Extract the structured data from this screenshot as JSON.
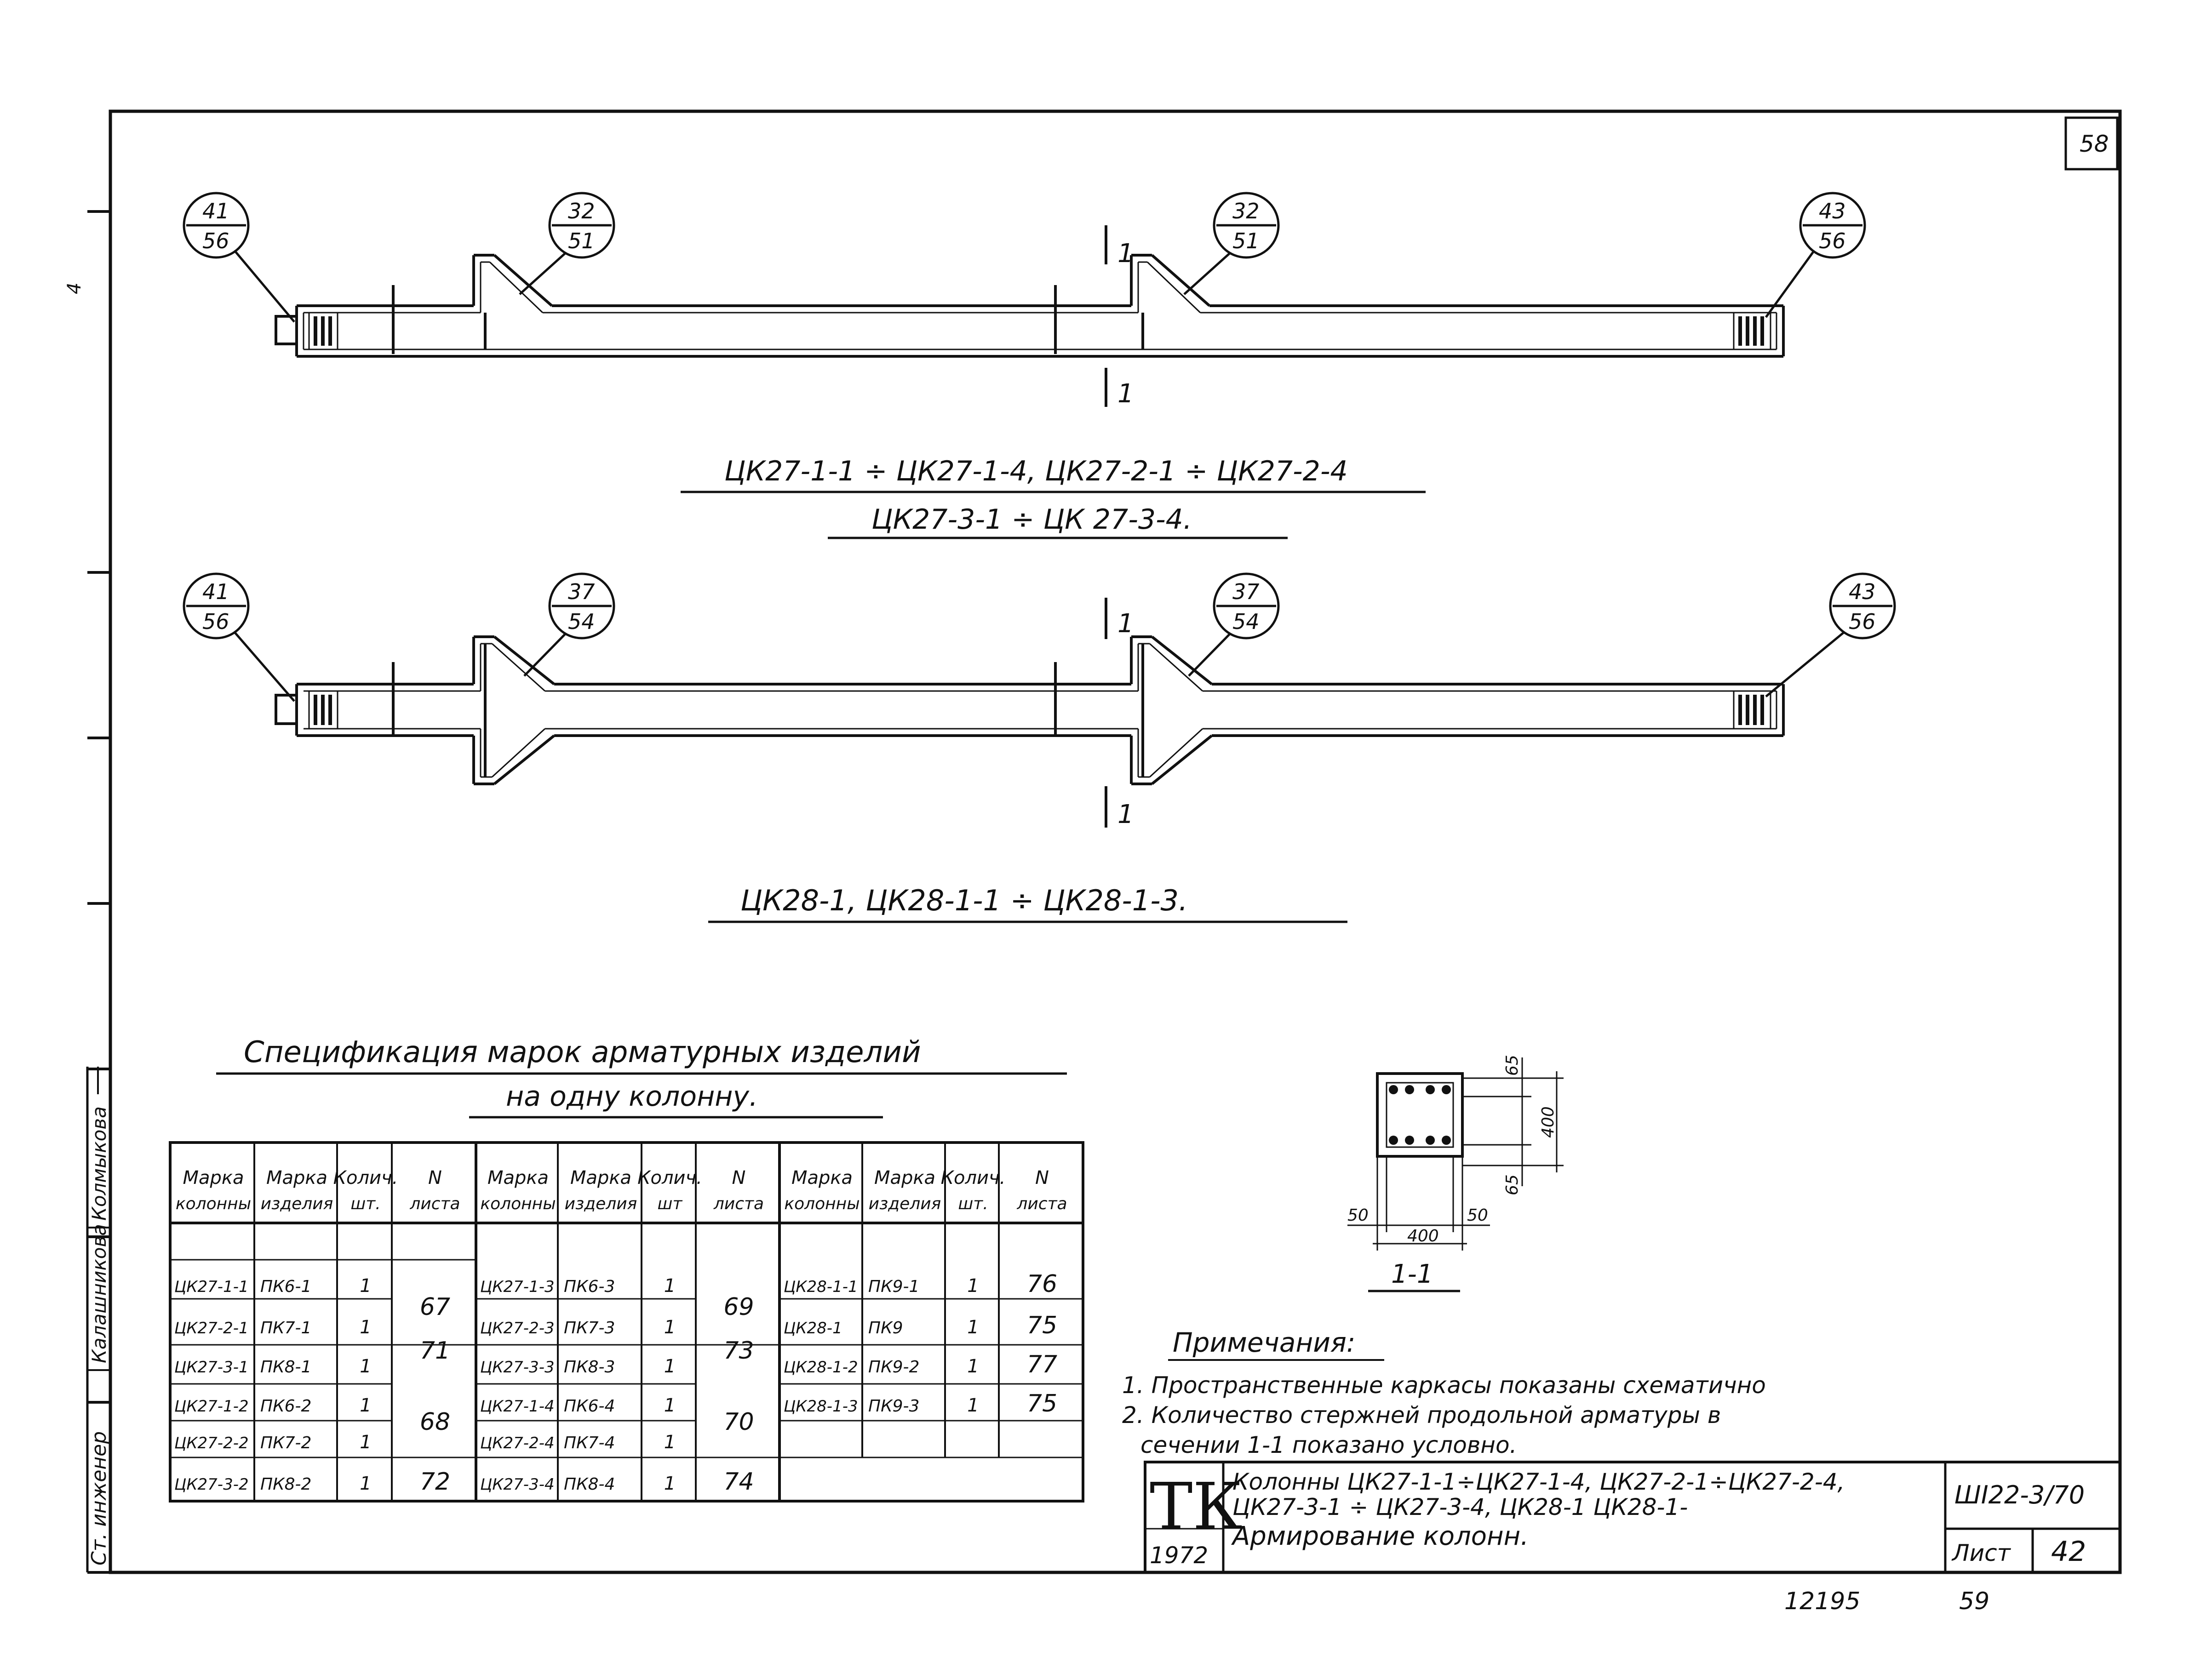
{
  "sheet_number_top": "58",
  "drawing1": {
    "callouts": [
      {
        "top": "41",
        "bottom": "56"
      },
      {
        "top": "32",
        "bottom": "51"
      },
      {
        "top": "32",
        "bottom": "51"
      },
      {
        "top": "43",
        "bottom": "56"
      }
    ],
    "section_label": "1",
    "caption_line1": "ЦК27-1-1 ÷ ЦК27-1-4,   ЦК27-2-1 ÷ ЦК27-2-4",
    "caption_line2": "ЦК27-3-1 ÷ ЦК 27-3-4."
  },
  "drawing2": {
    "callouts": [
      {
        "top": "41",
        "bottom": "56"
      },
      {
        "top": "37",
        "bottom": "54"
      },
      {
        "top": "37",
        "bottom": "54"
      },
      {
        "top": "43",
        "bottom": "56"
      }
    ],
    "section_label": "1",
    "caption": "ЦК28-1,  ЦК28-1-1 ÷ ЦК28-1-3."
  },
  "spec": {
    "title_line1": "Спецификация   марок   арматурных   изделий",
    "title_line2": "на одну колонну.",
    "headers": [
      [
        "Марка",
        "колонны"
      ],
      [
        "Марка",
        "изделия"
      ],
      [
        "Колич.",
        "шт."
      ],
      [
        "N",
        "листа"
      ],
      [
        "Марка",
        "колонны"
      ],
      [
        "Марка",
        "изделия"
      ],
      [
        "Колич.",
        "шт"
      ],
      [
        "N",
        "листа"
      ],
      [
        "Марка",
        "колонны"
      ],
      [
        "Марка",
        "изделия"
      ],
      [
        "Колич.",
        "шт."
      ],
      [
        "N",
        "листа"
      ]
    ],
    "group1": {
      "rows": [
        [
          "ЦК27-1-1",
          "ПК6-1",
          "1"
        ],
        [
          "ЦК27-2-1",
          "ПК7-1",
          "1"
        ],
        [
          "ЦК27-3-1",
          "ПК8-1",
          "1"
        ],
        [
          "ЦК27-1-2",
          "ПК6-2",
          "1"
        ],
        [
          "ЦК27-2-2",
          "ПК7-2",
          "1"
        ],
        [
          "ЦК27-3-2",
          "ПК8-2",
          "1"
        ]
      ],
      "sheets": [
        "67",
        "71",
        "68",
        "72"
      ]
    },
    "group2": {
      "rows": [
        [
          "ЦК27-1-3",
          "ПК6-3",
          "1"
        ],
        [
          "ЦК27-2-3",
          "ПК7-3",
          "1"
        ],
        [
          "ЦК27-3-3",
          "ПК8-3",
          "1"
        ],
        [
          "ЦК27-1-4",
          "ПК6-4",
          "1"
        ],
        [
          "ЦК27-2-4",
          "ПК7-4",
          "1"
        ],
        [
          "ЦК27-3-4",
          "ПК8-4",
          "1"
        ]
      ],
      "sheets": [
        "69",
        "73",
        "70",
        "74"
      ]
    },
    "group3": {
      "rows": [
        [
          "ЦК28-1-1",
          "ПК9-1",
          "1",
          "76"
        ],
        [
          "ЦК28-1",
          "ПК9",
          "1",
          "75"
        ],
        [
          "ЦК28-1-2",
          "ПК9-2",
          "1",
          "77"
        ],
        [
          "ЦК28-1-3",
          "ПК9-3",
          "1",
          "75"
        ]
      ]
    }
  },
  "section": {
    "label": "1-1",
    "dim_cover_top": "65",
    "dim_cover_bottom": "65",
    "dim_height": "400",
    "dim_side_left": "50",
    "dim_side_right": "50",
    "dim_width": "400"
  },
  "notes": {
    "title": "Примечания:",
    "items": [
      "1. Пространственные каркасы показаны схематично",
      "2. Количество стержней продольной арматуры в",
      "сечении 1-1 показано условно."
    ]
  },
  "stamp": {
    "logo": "ТК",
    "year": "1972",
    "title_line1": "Колонны ЦК27-1-1÷ЦК27-1-4, ЦК27-2-1÷ЦК27-2-4,",
    "title_line2": "ЦК27-3-1 ÷ ЦК27-3-4, ЦК28-1  ЦК28-1-",
    "title_line3": "Армирование колонн.",
    "series": "ШI22-3/70",
    "sheet_label": "Лист",
    "sheet_number": "42"
  },
  "margin_signatures": {
    "role": "Ст. инженер",
    "name1": "Калашникова",
    "name2": "Колмыкова"
  },
  "mark_left": "4",
  "footer": {
    "inventory": "12195",
    "page": "59"
  }
}
